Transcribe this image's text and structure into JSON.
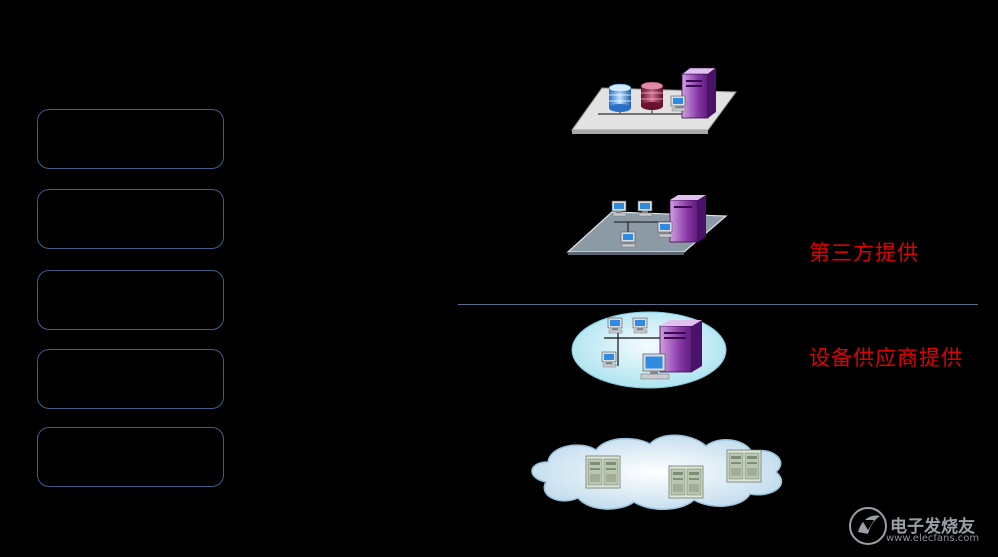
{
  "labels": {
    "third_party": "第三方提供",
    "vendor": "设备供应商提供"
  },
  "watermark": {
    "brand": "电子发烧友",
    "url": "www.elecfans.com"
  },
  "colors": {
    "background": "#000000",
    "box_border": "#3f5f8a",
    "label_red": "#e00000",
    "divider": "#5a6c8c"
  },
  "icons": [
    "database-server-platform-icon",
    "lan-workstations-platform-icon",
    "network-ellipse-icon",
    "switchgear-cloud-icon",
    "elecfans-logo-icon"
  ]
}
